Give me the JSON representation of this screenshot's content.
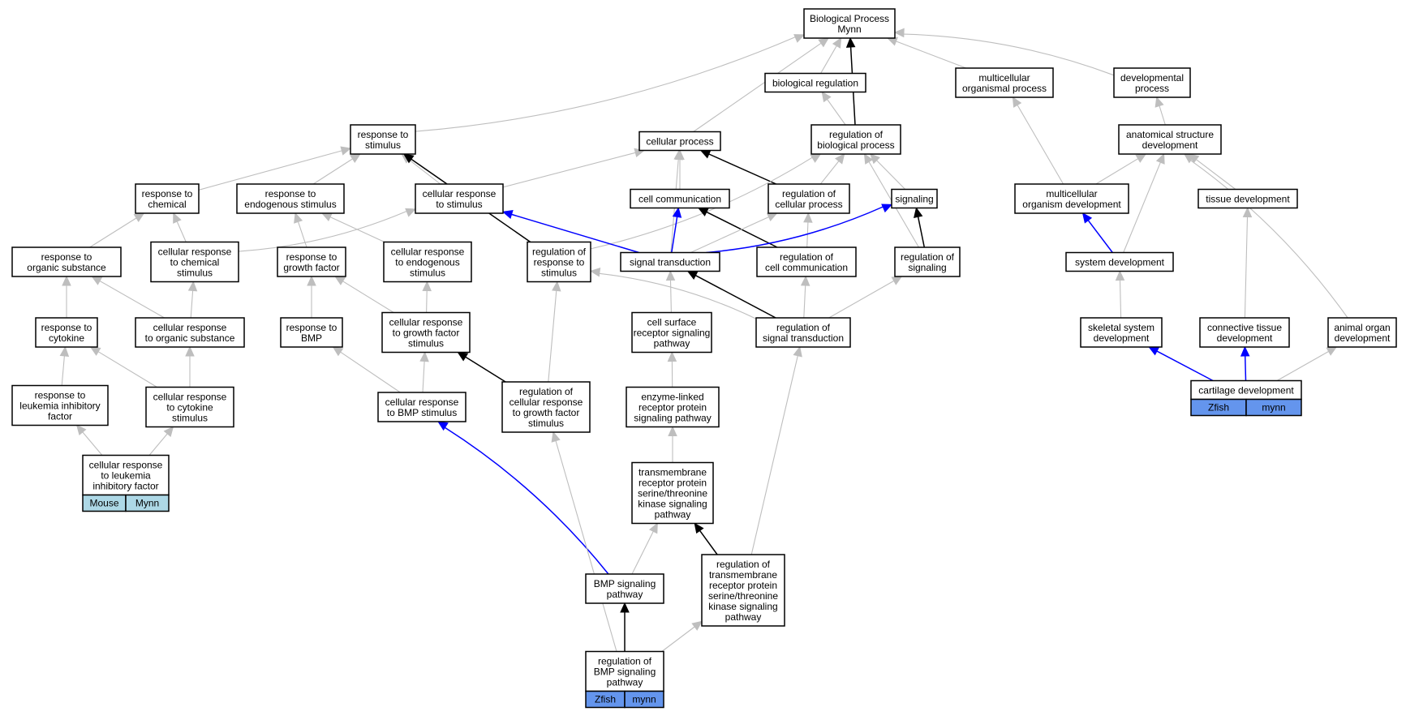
{
  "graph": {
    "title": "Biological Process Mynn",
    "colors": {
      "grey_edge": "#bebebe",
      "black_edge": "#000000",
      "blue_edge": "#0000ff",
      "mouse_cell": "#add8e6",
      "zfish_cell": "#6495ed",
      "node_fill": "#ffffff",
      "node_border": "#000000"
    },
    "nodes": [
      {
        "id": "bp",
        "lines": [
          "Biological Process",
          "Mynn"
        ]
      },
      {
        "id": "biological_regulation",
        "lines": [
          "biological regulation"
        ]
      },
      {
        "id": "multicellular_organismal_process",
        "lines": [
          "multicellular",
          "organismal process"
        ]
      },
      {
        "id": "developmental_process",
        "lines": [
          "developmental",
          "process"
        ]
      },
      {
        "id": "response_to_stimulus",
        "lines": [
          "response to",
          "stimulus"
        ]
      },
      {
        "id": "cellular_process",
        "lines": [
          "cellular process"
        ]
      },
      {
        "id": "regulation_of_biological_process",
        "lines": [
          "regulation of",
          "biological process"
        ]
      },
      {
        "id": "anatomical_structure_development",
        "lines": [
          "anatomical structure",
          "development"
        ]
      },
      {
        "id": "response_to_chemical",
        "lines": [
          "response to",
          "chemical"
        ]
      },
      {
        "id": "response_to_endogenous_stimulus",
        "lines": [
          "response to",
          "endogenous stimulus"
        ]
      },
      {
        "id": "cellular_response_to_stimulus",
        "lines": [
          "cellular response",
          "to stimulus"
        ]
      },
      {
        "id": "cell_communication",
        "lines": [
          "cell communication"
        ]
      },
      {
        "id": "regulation_of_cellular_process",
        "lines": [
          "regulation of",
          "cellular process"
        ]
      },
      {
        "id": "signaling",
        "lines": [
          "signaling"
        ]
      },
      {
        "id": "multicellular_organism_development",
        "lines": [
          "multicellular",
          "organism development"
        ]
      },
      {
        "id": "tissue_development",
        "lines": [
          "tissue development"
        ]
      },
      {
        "id": "response_to_organic_substance",
        "lines": [
          "response to",
          "organic substance"
        ]
      },
      {
        "id": "cellular_response_to_chemical_stimulus",
        "lines": [
          "cellular response",
          "to chemical",
          "stimulus"
        ]
      },
      {
        "id": "response_to_growth_factor",
        "lines": [
          "response to",
          "growth factor"
        ]
      },
      {
        "id": "cellular_response_to_endogenous_stimulus",
        "lines": [
          "cellular response",
          "to endogenous",
          "stimulus"
        ]
      },
      {
        "id": "regulation_of_response_to_stimulus",
        "lines": [
          "regulation of",
          "response to",
          "stimulus"
        ]
      },
      {
        "id": "signal_transduction",
        "lines": [
          "signal transduction"
        ]
      },
      {
        "id": "regulation_of_cell_communication",
        "lines": [
          "regulation of",
          "cell communication"
        ]
      },
      {
        "id": "regulation_of_signaling",
        "lines": [
          "regulation of",
          "signaling"
        ]
      },
      {
        "id": "system_development",
        "lines": [
          "system development"
        ]
      },
      {
        "id": "response_to_cytokine",
        "lines": [
          "response to",
          "cytokine"
        ]
      },
      {
        "id": "cellular_response_to_organic_substance",
        "lines": [
          "cellular response",
          "to organic substance"
        ]
      },
      {
        "id": "response_to_bmp",
        "lines": [
          "response to",
          "BMP"
        ]
      },
      {
        "id": "cellular_response_to_growth_factor_stimulus",
        "lines": [
          "cellular response",
          "to growth factor",
          "stimulus"
        ]
      },
      {
        "id": "cell_surface_receptor_signaling_pathway",
        "lines": [
          "cell surface",
          "receptor signaling",
          "pathway"
        ]
      },
      {
        "id": "regulation_of_signal_transduction",
        "lines": [
          "regulation of",
          "signal transduction"
        ]
      },
      {
        "id": "skeletal_system_development",
        "lines": [
          "skeletal system",
          "development"
        ]
      },
      {
        "id": "connective_tissue_development",
        "lines": [
          "connective tissue",
          "development"
        ]
      },
      {
        "id": "animal_organ_development",
        "lines": [
          "animal organ",
          "development"
        ]
      },
      {
        "id": "response_to_leukemia_inhibitory_factor",
        "lines": [
          "response to",
          "leukemia inhibitory",
          "factor"
        ]
      },
      {
        "id": "cellular_response_to_cytokine_stimulus",
        "lines": [
          "cellular response",
          "to cytokine",
          "stimulus"
        ]
      },
      {
        "id": "cellular_response_to_bmp_stimulus",
        "lines": [
          "cellular response",
          "to BMP stimulus"
        ]
      },
      {
        "id": "regulation_of_cellular_response_to_growth_factor_stimulus",
        "lines": [
          "regulation of",
          "cellular response",
          "to growth factor",
          "stimulus"
        ]
      },
      {
        "id": "enzyme_linked_receptor_protein_signaling_pathway",
        "lines": [
          "enzyme-linked",
          "receptor protein",
          "signaling pathway"
        ]
      },
      {
        "id": "cartilage_development",
        "lines": [
          "cartilage development"
        ],
        "tags": [
          {
            "label": "Zfish",
            "kind": "zfish"
          },
          {
            "label": "mynn",
            "kind": "zfish"
          }
        ]
      },
      {
        "id": "cellular_response_to_leukemia_inhibitory_factor",
        "lines": [
          "cellular response",
          "to leukemia",
          "inhibitory factor"
        ],
        "tags": [
          {
            "label": "Mouse",
            "kind": "mouse"
          },
          {
            "label": "Mynn",
            "kind": "mouse"
          }
        ]
      },
      {
        "id": "transmembrane_receptor_protein_serine_threonine_kinase_signaling_pathway",
        "lines": [
          "transmembrane",
          "receptor protein",
          "serine/threonine",
          "kinase signaling",
          "pathway"
        ]
      },
      {
        "id": "bmp_signaling_pathway",
        "lines": [
          "BMP signaling",
          "pathway"
        ]
      },
      {
        "id": "regulation_of_transmembrane_receptor_protein_serine_threonine_kinase_signaling_pathway",
        "lines": [
          "regulation of",
          "transmembrane",
          "receptor protein",
          "serine/threonine",
          "kinase signaling",
          "pathway"
        ]
      },
      {
        "id": "regulation_of_bmp_signaling_pathway",
        "lines": [
          "regulation of",
          "BMP signaling",
          "pathway"
        ],
        "tags": [
          {
            "label": "Zfish",
            "kind": "zfish"
          },
          {
            "label": "mynn",
            "kind": "zfish"
          }
        ]
      }
    ],
    "edges": [
      {
        "from": "biological_regulation",
        "to": "bp",
        "kind": "grey"
      },
      {
        "from": "regulation_of_biological_process",
        "to": "bp",
        "kind": "black"
      },
      {
        "from": "multicellular_organismal_process",
        "to": "bp",
        "kind": "grey"
      },
      {
        "from": "developmental_process",
        "to": "bp",
        "kind": "grey"
      },
      {
        "from": "response_to_stimulus",
        "to": "bp",
        "kind": "grey"
      },
      {
        "from": "cellular_process",
        "to": "bp",
        "kind": "grey"
      },
      {
        "from": "regulation_of_biological_process",
        "to": "biological_regulation",
        "kind": "grey"
      },
      {
        "from": "anatomical_structure_development",
        "to": "developmental_process",
        "kind": "grey"
      },
      {
        "from": "multicellular_organism_development",
        "to": "multicellular_organismal_process",
        "kind": "grey"
      },
      {
        "from": "response_to_chemical",
        "to": "response_to_stimulus",
        "kind": "grey"
      },
      {
        "from": "response_to_endogenous_stimulus",
        "to": "response_to_stimulus",
        "kind": "grey"
      },
      {
        "from": "cellular_response_to_stimulus",
        "to": "response_to_stimulus",
        "kind": "grey"
      },
      {
        "from": "regulation_of_response_to_stimulus",
        "to": "response_to_stimulus",
        "kind": "black"
      },
      {
        "from": "cellular_response_to_stimulus",
        "to": "cellular_process",
        "kind": "grey"
      },
      {
        "from": "cell_communication",
        "to": "cellular_process",
        "kind": "grey"
      },
      {
        "from": "regulation_of_cellular_process",
        "to": "cellular_process",
        "kind": "black"
      },
      {
        "from": "signal_transduction",
        "to": "cellular_process",
        "kind": "grey"
      },
      {
        "from": "regulation_of_cellular_process",
        "to": "regulation_of_biological_process",
        "kind": "grey"
      },
      {
        "from": "signaling",
        "to": "regulation_of_biological_process",
        "kind": "grey"
      },
      {
        "from": "regulation_of_response_to_stimulus",
        "to": "regulation_of_biological_process",
        "kind": "grey"
      },
      {
        "from": "regulation_of_signaling",
        "to": "regulation_of_biological_process",
        "kind": "grey"
      },
      {
        "from": "multicellular_organism_development",
        "to": "anatomical_structure_development",
        "kind": "grey"
      },
      {
        "from": "tissue_development",
        "to": "anatomical_structure_development",
        "kind": "grey"
      },
      {
        "from": "system_development",
        "to": "anatomical_structure_development",
        "kind": "grey"
      },
      {
        "from": "animal_organ_development",
        "to": "anatomical_structure_development",
        "kind": "grey"
      },
      {
        "from": "response_to_organic_substance",
        "to": "response_to_chemical",
        "kind": "grey"
      },
      {
        "from": "cellular_response_to_chemical_stimulus",
        "to": "response_to_chemical",
        "kind": "grey"
      },
      {
        "from": "response_to_growth_factor",
        "to": "response_to_endogenous_stimulus",
        "kind": "grey"
      },
      {
        "from": "cellular_response_to_endogenous_stimulus",
        "to": "response_to_endogenous_stimulus",
        "kind": "grey"
      },
      {
        "from": "cellular_response_to_chemical_stimulus",
        "to": "cellular_response_to_stimulus",
        "kind": "grey"
      },
      {
        "from": "signal_transduction",
        "to": "cellular_response_to_stimulus",
        "kind": "blue"
      },
      {
        "from": "signal_transduction",
        "to": "cell_communication",
        "kind": "blue"
      },
      {
        "from": "regulation_of_cell_communication",
        "to": "cell_communication",
        "kind": "black"
      },
      {
        "from": "regulation_of_cell_communication",
        "to": "regulation_of_cellular_process",
        "kind": "grey"
      },
      {
        "from": "signal_transduction",
        "to": "regulation_of_cellular_process",
        "kind": "grey"
      },
      {
        "from": "signal_transduction",
        "to": "signaling",
        "kind": "blue"
      },
      {
        "from": "regulation_of_signaling",
        "to": "signaling",
        "kind": "black"
      },
      {
        "from": "system_development",
        "to": "multicellular_organism_development",
        "kind": "blue"
      },
      {
        "from": "connective_tissue_development",
        "to": "tissue_development",
        "kind": "grey"
      },
      {
        "from": "response_to_cytokine",
        "to": "response_to_organic_substance",
        "kind": "grey"
      },
      {
        "from": "cellular_response_to_organic_substance",
        "to": "response_to_organic_substance",
        "kind": "grey"
      },
      {
        "from": "cellular_response_to_organic_substance",
        "to": "cellular_response_to_chemical_stimulus",
        "kind": "grey"
      },
      {
        "from": "response_to_bmp",
        "to": "response_to_growth_factor",
        "kind": "grey"
      },
      {
        "from": "cellular_response_to_growth_factor_stimulus",
        "to": "response_to_growth_factor",
        "kind": "grey"
      },
      {
        "from": "cellular_response_to_growth_factor_stimulus",
        "to": "cellular_response_to_endogenous_stimulus",
        "kind": "grey"
      },
      {
        "from": "regulation_of_cellular_response_to_growth_factor_stimulus",
        "to": "regulation_of_response_to_stimulus",
        "kind": "grey"
      },
      {
        "from": "regulation_of_signal_transduction",
        "to": "regulation_of_response_to_stimulus",
        "kind": "grey"
      },
      {
        "from": "cell_surface_receptor_signaling_pathway",
        "to": "signal_transduction",
        "kind": "grey"
      },
      {
        "from": "regulation_of_signal_transduction",
        "to": "signal_transduction",
        "kind": "black"
      },
      {
        "from": "regulation_of_signal_transduction",
        "to": "regulation_of_cell_communication",
        "kind": "grey"
      },
      {
        "from": "regulation_of_signal_transduction",
        "to": "regulation_of_signaling",
        "kind": "grey"
      },
      {
        "from": "skeletal_system_development",
        "to": "system_development",
        "kind": "grey"
      },
      {
        "from": "response_to_leukemia_inhibitory_factor",
        "to": "response_to_cytokine",
        "kind": "grey"
      },
      {
        "from": "cellular_response_to_cytokine_stimulus",
        "to": "response_to_cytokine",
        "kind": "grey"
      },
      {
        "from": "cellular_response_to_cytokine_stimulus",
        "to": "cellular_response_to_organic_substance",
        "kind": "grey"
      },
      {
        "from": "cellular_response_to_bmp_stimulus",
        "to": "response_to_bmp",
        "kind": "grey"
      },
      {
        "from": "cellular_response_to_bmp_stimulus",
        "to": "cellular_response_to_growth_factor_stimulus",
        "kind": "grey"
      },
      {
        "from": "regulation_of_cellular_response_to_growth_factor_stimulus",
        "to": "cellular_response_to_growth_factor_stimulus",
        "kind": "black"
      },
      {
        "from": "enzyme_linked_receptor_protein_signaling_pathway",
        "to": "cell_surface_receptor_signaling_pathway",
        "kind": "grey"
      },
      {
        "from": "regulation_of_transmembrane_receptor_protein_serine_threonine_kinase_signaling_pathway",
        "to": "regulation_of_signal_transduction",
        "kind": "grey"
      },
      {
        "from": "cartilage_development",
        "to": "skeletal_system_development",
        "kind": "blue"
      },
      {
        "from": "cartilage_development",
        "to": "connective_tissue_development",
        "kind": "blue"
      },
      {
        "from": "cartilage_development",
        "to": "animal_organ_development",
        "kind": "grey"
      },
      {
        "from": "cellular_response_to_leukemia_inhibitory_factor",
        "to": "response_to_leukemia_inhibitory_factor",
        "kind": "grey"
      },
      {
        "from": "cellular_response_to_leukemia_inhibitory_factor",
        "to": "cellular_response_to_cytokine_stimulus",
        "kind": "grey"
      },
      {
        "from": "bmp_signaling_pathway",
        "to": "cellular_response_to_bmp_stimulus",
        "kind": "blue"
      },
      {
        "from": "transmembrane_receptor_protein_serine_threonine_kinase_signaling_pathway",
        "to": "enzyme_linked_receptor_protein_signaling_pathway",
        "kind": "grey"
      },
      {
        "from": "bmp_signaling_pathway",
        "to": "transmembrane_receptor_protein_serine_threonine_kinase_signaling_pathway",
        "kind": "grey"
      },
      {
        "from": "regulation_of_transmembrane_receptor_protein_serine_threonine_kinase_signaling_pathway",
        "to": "transmembrane_receptor_protein_serine_threonine_kinase_signaling_pathway",
        "kind": "black"
      },
      {
        "from": "regulation_of_bmp_signaling_pathway",
        "to": "bmp_signaling_pathway",
        "kind": "black"
      },
      {
        "from": "regulation_of_bmp_signaling_pathway",
        "to": "regulation_of_cellular_response_to_growth_factor_stimulus",
        "kind": "grey"
      },
      {
        "from": "regulation_of_bmp_signaling_pathway",
        "to": "regulation_of_transmembrane_receptor_protein_serine_threonine_kinase_signaling_pathway",
        "kind": "grey"
      }
    ]
  }
}
